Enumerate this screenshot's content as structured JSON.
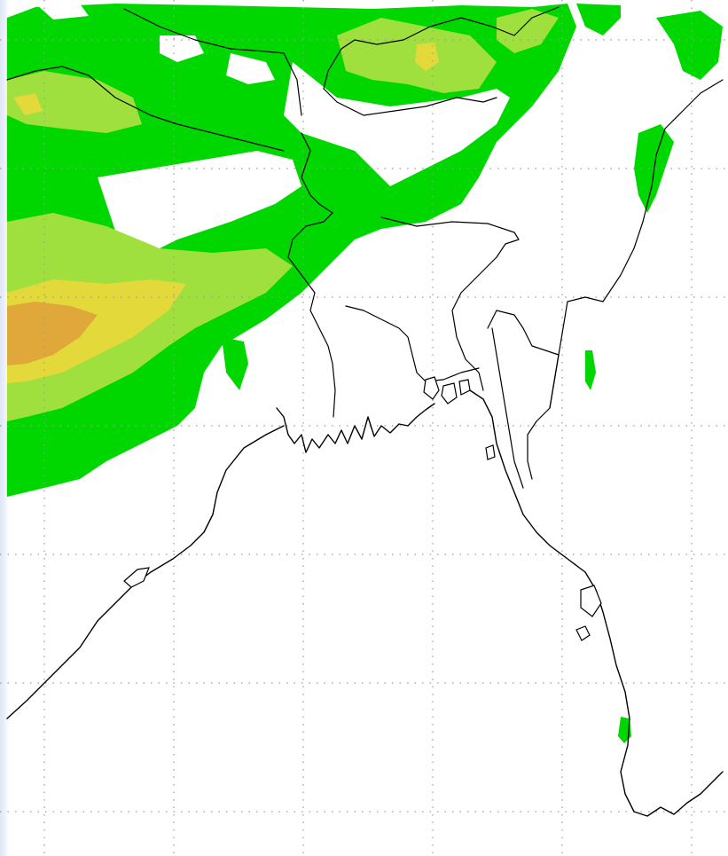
{
  "map": {
    "region": "bay-of-bengal",
    "background_color": "#ffffff",
    "gridline_color": "#9a9a9a",
    "coastline_color": "#000000",
    "shading_levels": [
      {
        "level": 1,
        "color": "#00d700"
      },
      {
        "level": 2,
        "color": "#9fe03f"
      },
      {
        "level": 3,
        "color": "#e3d93a"
      },
      {
        "level": 4,
        "color": "#e0a83a"
      }
    ]
  }
}
